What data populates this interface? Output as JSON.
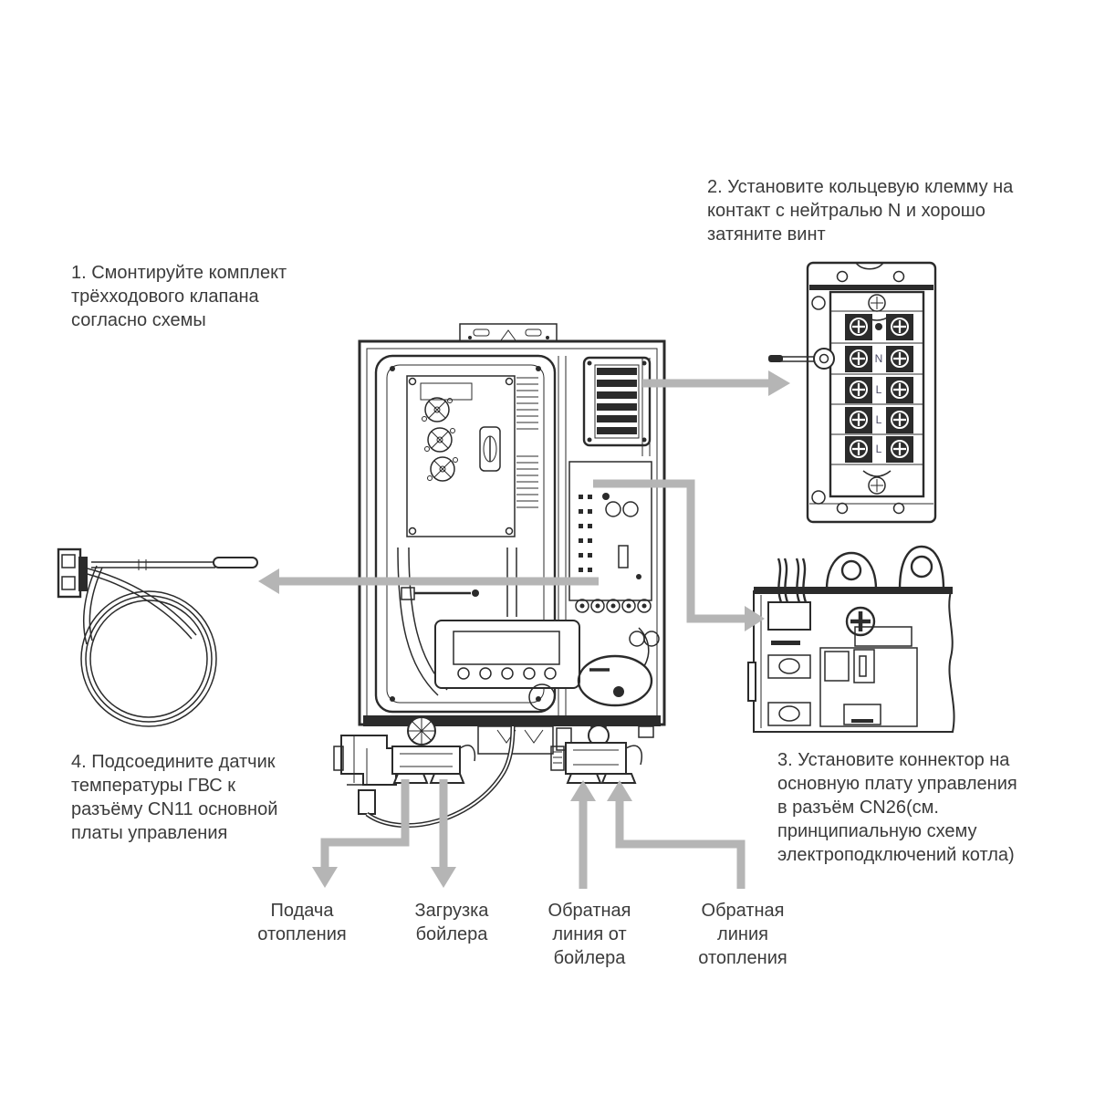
{
  "figure": {
    "kind": "boiler-installation-diagram",
    "language": "ru"
  },
  "instructions": {
    "step1": "1. Смонтируйте комплект\nтрёхходового клапана\nсогласно схемы",
    "step2": "2. Установите кольцевую клемму на\nконтакт с нейтралью N и хорошо\nзатяните винт",
    "step3": "3. Установите коннектор на\nосновную плату управления\nв разъём CN26(см.\nпринципиальную схему\nэлектроподключений котла)",
    "step4": "4. Подсоедините датчик\nтемпературы ГВС к\nразъёму CN11 основной\nплаты управления"
  },
  "pipe_labels": {
    "heating_supply": "Подача\nотопления",
    "boiler_loading": "Загрузка\nбойлера",
    "boiler_return": "Обратная\nлиния от\nбойлера",
    "heating_return": "Обратная\nлиния\nотопления"
  },
  "terminal_block": {
    "row_labels": [
      "",
      "N",
      "L",
      "L",
      "L"
    ]
  },
  "arrows": {
    "to_terminal_block": "right",
    "to_control_board": "right",
    "to_dhw_sensor": "left",
    "heating_supply": "down",
    "boiler_loading": "down",
    "boiler_return": "up",
    "heating_return": "up"
  },
  "colors": {
    "diagram_line": "#2b2b2b",
    "arrow_gray": "#b5b5b5",
    "text": "#3b3b3b",
    "background": "#ffffff"
  }
}
